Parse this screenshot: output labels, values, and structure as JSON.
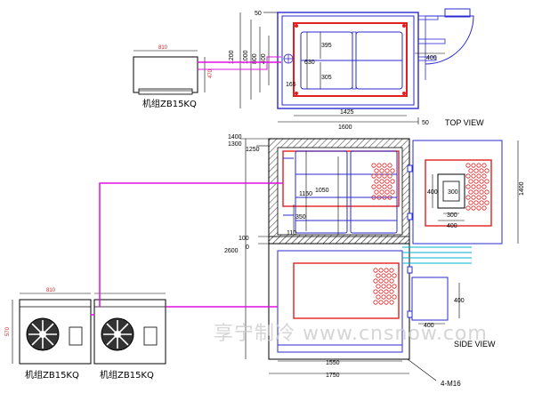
{
  "colors": {
    "frame": "#2a2ad0",
    "red": "#e02020",
    "magenta": "#e010e0",
    "cyan": "#00b0d0",
    "black": "#000000",
    "watermark": "#c8c8c8"
  },
  "units": {
    "top_unit_label": "机组ZB15KQ",
    "bottom_left_label": "机组ZB15KQ",
    "bottom_right_label": "机组ZB15KQ",
    "top_unit_width": "810",
    "top_unit_height": "470",
    "bottom_unit_width": "810",
    "bottom_unit_height": "570"
  },
  "top_view": {
    "title": "TOP VIEW",
    "dims": {
      "d50_top": "50",
      "d1200": "1200",
      "d1000": "1000",
      "d800": "800",
      "d400": "400",
      "d395": "395",
      "d630": "630",
      "d305": "305",
      "d165": "165",
      "d1425": "1425",
      "d1600": "1600",
      "d50_bottom": "50",
      "d400_door": "400"
    }
  },
  "side_view": {
    "title": "SIDE VIEW",
    "bolt_note": "4-M16",
    "dims": {
      "d1400_left": "1400",
      "d1300": "1300",
      "d1250": "1250",
      "d1050": "1050",
      "d1150": "1150",
      "d350": "350",
      "d110": "110",
      "d100": "100",
      "d0": "0",
      "d2600": "2600",
      "d1550": "1550",
      "d1750": "1750",
      "d400_right": "400",
      "d400_bottom": "400"
    }
  },
  "end_view": {
    "dims": {
      "d1400": "1400",
      "d400": "400",
      "d300_v": "300",
      "d300_h": "300",
      "d400_h": "400"
    }
  },
  "watermark": "享宁制冷 www.cnsnow.com"
}
